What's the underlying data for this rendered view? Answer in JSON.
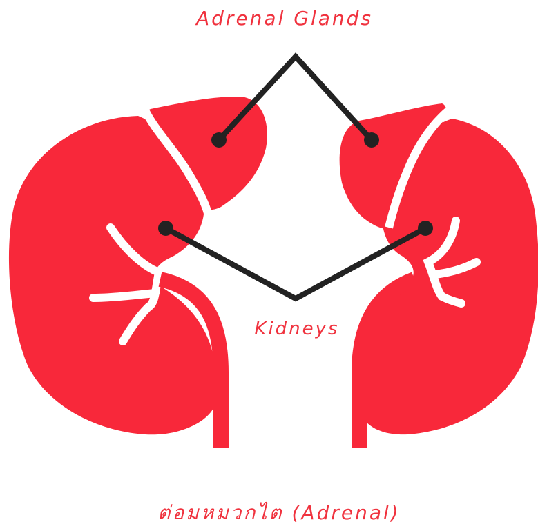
{
  "labels": {
    "adrenal_glands": "Adrenal Glands",
    "kidneys": "Kidneys",
    "caption": "ต่อมหมวกไต (Adrenal)"
  },
  "icons": {
    "left_kidney": "kidney-icon",
    "right_kidney": "kidney-icon",
    "left_adrenal": "adrenal-gland-icon",
    "right_adrenal": "adrenal-gland-icon"
  },
  "colors": {
    "organ": "#f8283a",
    "pointer": "#222222",
    "text": "#f0323e",
    "background": "#ffffff"
  }
}
